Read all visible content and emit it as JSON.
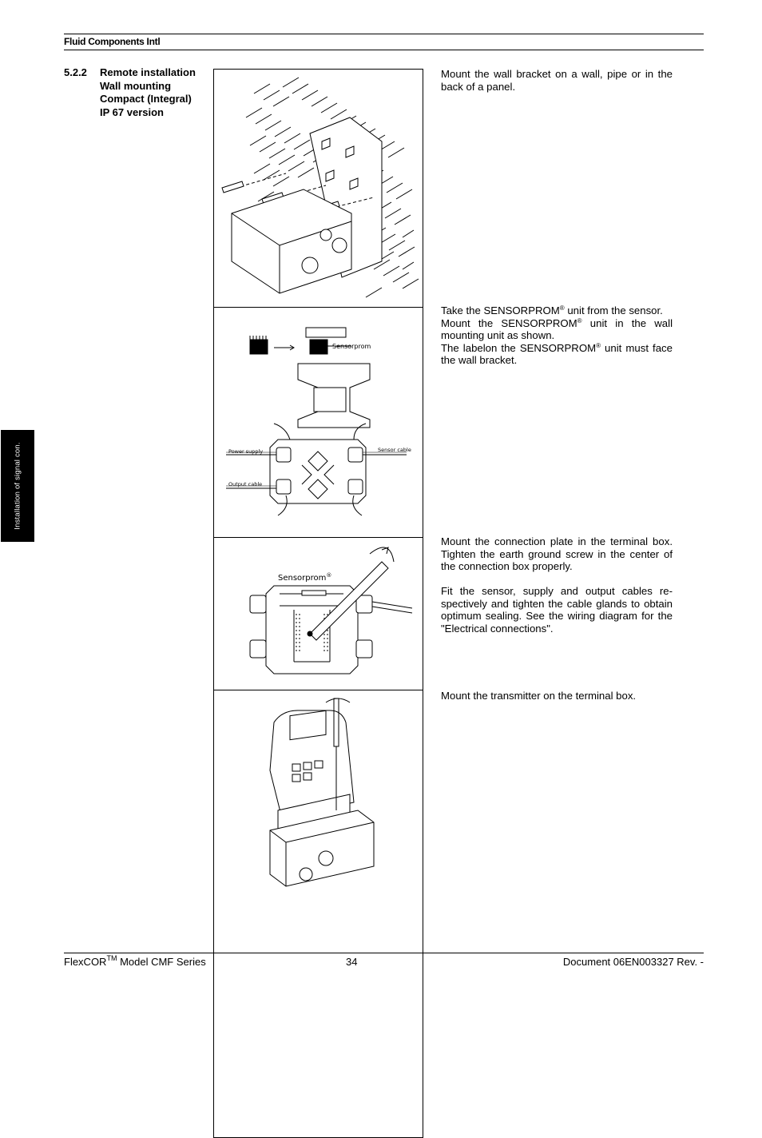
{
  "header": {
    "company": "Fluid Components Intl"
  },
  "section": {
    "number": "5.2.2",
    "title_lines": [
      "Remote installation",
      "Wall mounting",
      "Compact (Integral)",
      "IP 67 version"
    ]
  },
  "side_tab": {
    "label": "Installation of signal con."
  },
  "steps": [
    {
      "text": "Mount the  wall bracket on a wall, pipe or in the back of a panel."
    },
    {
      "lines": [
        [
          "Take the SENSORPROM",
          "®",
          " unit from the sensor."
        ],
        [
          "Mount the SENSORPROM",
          "®",
          " unit in the wall mounting unit as shown."
        ],
        [
          "The labelon the SENSORPROM",
          "®",
          " unit must face the wall bracket."
        ]
      ]
    },
    {
      "paragraphs": [
        "Mount the connection plate in the terminal box. Tighten the earth ground screw in the center of the connection box properly.",
        "Fit the sensor, supply and output cables re-spectively and tighten the cable glands to obtain optimum sealing. See the wiring diagram for the \"Electrical connections\"."
      ]
    },
    {
      "text": "Mount the transmitter on the terminal box."
    }
  ],
  "figure_labels": {
    "sensorprom": "Sensorprom",
    "registered": "®",
    "power_supply": "Power  supply",
    "sensor_cable": "Sensor  cable",
    "output_cable": "Output  cable"
  },
  "footer": {
    "product": "FlexCOR",
    "tm": "TM",
    "model": " Model CMF Series",
    "page": "34",
    "document": "Document 06EN003327 Rev. -"
  }
}
